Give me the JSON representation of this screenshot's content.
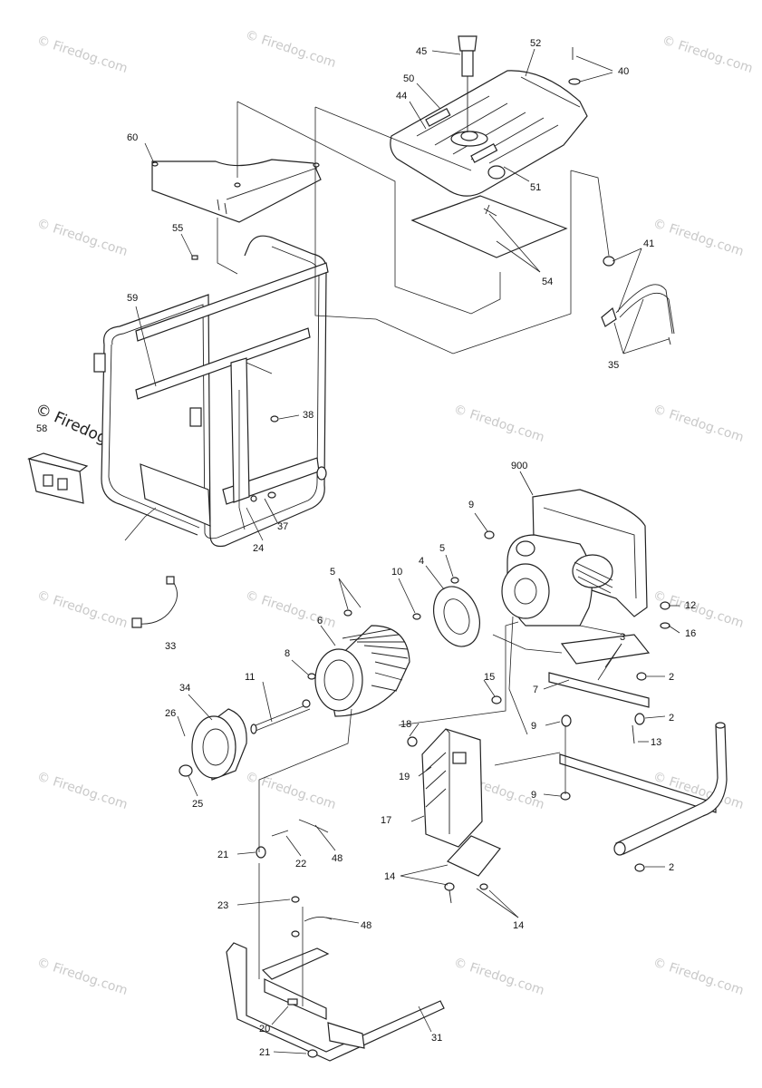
{
  "watermark": {
    "text": "© Firedog.com",
    "prominent_text": "© Firedog.com"
  },
  "callouts": [
    {
      "id": "c45",
      "text": "45"
    },
    {
      "id": "c52",
      "text": "52"
    },
    {
      "id": "c40",
      "text": "40"
    },
    {
      "id": "c50",
      "text": "50"
    },
    {
      "id": "c44",
      "text": "44"
    },
    {
      "id": "c51",
      "text": "51"
    },
    {
      "id": "c60",
      "text": "60"
    },
    {
      "id": "c55",
      "text": "55"
    },
    {
      "id": "c54",
      "text": "54"
    },
    {
      "id": "c41",
      "text": "41"
    },
    {
      "id": "c59",
      "text": "59"
    },
    {
      "id": "c35",
      "text": "35"
    },
    {
      "id": "c38",
      "text": "38"
    },
    {
      "id": "c58",
      "text": "58"
    },
    {
      "id": "c37",
      "text": "37"
    },
    {
      "id": "c24",
      "text": "24"
    },
    {
      "id": "c900",
      "text": "900"
    },
    {
      "id": "c9a",
      "text": "9"
    },
    {
      "id": "c5a",
      "text": "5"
    },
    {
      "id": "c4",
      "text": "4"
    },
    {
      "id": "c10",
      "text": "10"
    },
    {
      "id": "c5b",
      "text": "5"
    },
    {
      "id": "c6",
      "text": "6"
    },
    {
      "id": "c12",
      "text": "12"
    },
    {
      "id": "c16",
      "text": "16"
    },
    {
      "id": "c33",
      "text": "33"
    },
    {
      "id": "c3",
      "text": "3"
    },
    {
      "id": "c8",
      "text": "8"
    },
    {
      "id": "c11",
      "text": "11"
    },
    {
      "id": "c34",
      "text": "34"
    },
    {
      "id": "c2a",
      "text": "2"
    },
    {
      "id": "c7",
      "text": "7"
    },
    {
      "id": "c15",
      "text": "15"
    },
    {
      "id": "c26",
      "text": "26"
    },
    {
      "id": "c2b",
      "text": "2"
    },
    {
      "id": "c9b",
      "text": "9"
    },
    {
      "id": "c13",
      "text": "13"
    },
    {
      "id": "c18",
      "text": "18"
    },
    {
      "id": "c19",
      "text": "19"
    },
    {
      "id": "c25",
      "text": "25"
    },
    {
      "id": "c9c",
      "text": "9"
    },
    {
      "id": "c17",
      "text": "17"
    },
    {
      "id": "c21a",
      "text": "21"
    },
    {
      "id": "c22",
      "text": "22"
    },
    {
      "id": "c48a",
      "text": "48"
    },
    {
      "id": "c2c",
      "text": "2"
    },
    {
      "id": "c14a",
      "text": "14"
    },
    {
      "id": "c14b",
      "text": "14"
    },
    {
      "id": "c23",
      "text": "23"
    },
    {
      "id": "c48b",
      "text": "48"
    },
    {
      "id": "c20",
      "text": "20"
    },
    {
      "id": "c31",
      "text": "31"
    },
    {
      "id": "c21b",
      "text": "21"
    }
  ]
}
